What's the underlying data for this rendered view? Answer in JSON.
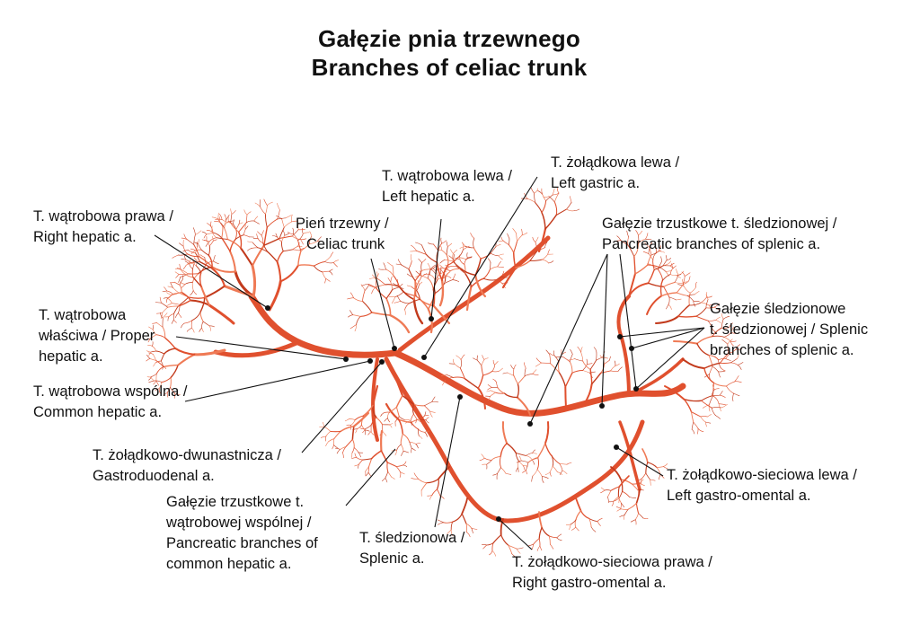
{
  "title": {
    "line1": "Gałęzie pnia trzewnego",
    "line2": "Branches of celiac trunk"
  },
  "labels": [
    {
      "id": "right-hepatic",
      "lines": [
        "T. wątrobowa prawa /",
        "Right hepatic a."
      ]
    },
    {
      "id": "celiac-trunk",
      "lines": [
        "Pień trzewny /",
        "Celiac trunk"
      ]
    },
    {
      "id": "left-hepatic",
      "lines": [
        "T. wątrobowa lewa /",
        "Left hepatic a."
      ]
    },
    {
      "id": "left-gastric",
      "lines": [
        "T. żołądkowa lewa /",
        "Left gastric a."
      ]
    },
    {
      "id": "pancreatic-splenic",
      "lines": [
        "Gałęzie trzustkowe t. śledzionowej /",
        "Pancreatic branches of splenic a."
      ]
    },
    {
      "id": "splenic-branches",
      "lines": [
        "Gałęzie śledzionowe",
        "t. śledzionowej / Splenic",
        "branches of splenic a."
      ]
    },
    {
      "id": "proper-hepatic",
      "lines": [
        "T. wątrobowa",
        "właściwa / Proper",
        "hepatic a."
      ]
    },
    {
      "id": "common-hepatic",
      "lines": [
        "T. wątrobowa wspólna /",
        "Common hepatic a."
      ]
    },
    {
      "id": "gastroduodenal",
      "lines": [
        "T. żołądkowo-dwunastnicza /",
        "Gastroduodenal a."
      ]
    },
    {
      "id": "pancreatic-common-hepatic",
      "lines": [
        "Gałęzie trzustkowe t.",
        "wątrobowej wspólnej /",
        "Pancreatic branches of",
        "common hepatic a."
      ]
    },
    {
      "id": "splenic",
      "lines": [
        "T. śledzionowa /",
        "Splenic a."
      ]
    },
    {
      "id": "left-gastro-omental",
      "lines": [
        "T. żołądkowo-sieciowa lewa /",
        "Left gastro-omental a."
      ]
    },
    {
      "id": "right-gastro-omental",
      "lines": [
        "T. żołądkowo-sieciowa prawa /",
        "Right gastro-omental a."
      ]
    }
  ],
  "colors": {
    "vessel": "#e0502e",
    "vessel_dark": "#c23a1c",
    "vessel_light": "#ef7a55",
    "leader": "#111111"
  }
}
